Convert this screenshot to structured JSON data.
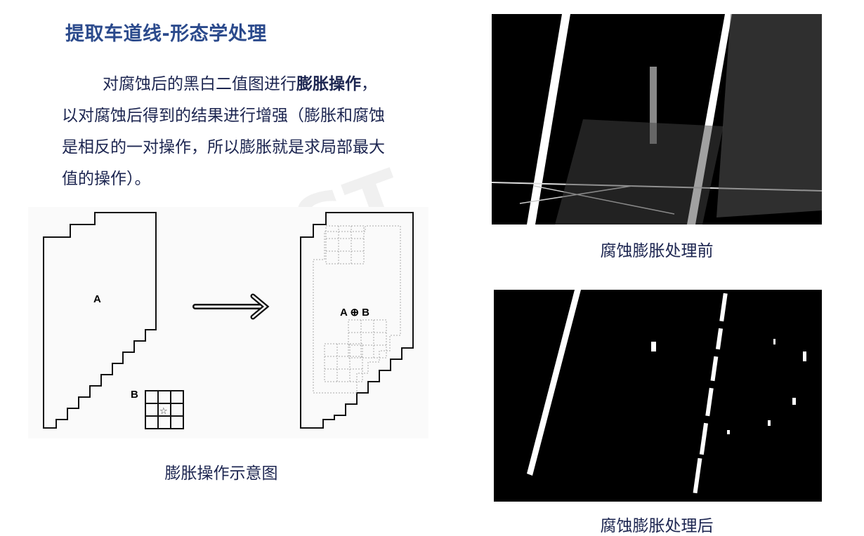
{
  "title": "提取车道线-形态学处理",
  "paragraph": {
    "part1": "对腐蚀后的黑白二值图进行",
    "bold": "膨胀操作",
    "part2": "，以对腐蚀后得到的结果进行增强（膨胀和腐蚀是相反的一对操作，所以膨胀就是求局部最大值的操作）。"
  },
  "diagram": {
    "label_a": "A",
    "label_b": "B",
    "label_result": "A ⊕ B",
    "caption": "膨胀操作示意图"
  },
  "photos": {
    "before_caption": "腐蚀膨胀处理前",
    "after_caption": "腐蚀膨胀处理后"
  },
  "colors": {
    "title": "#2b4a8c",
    "text": "#1c2550"
  }
}
